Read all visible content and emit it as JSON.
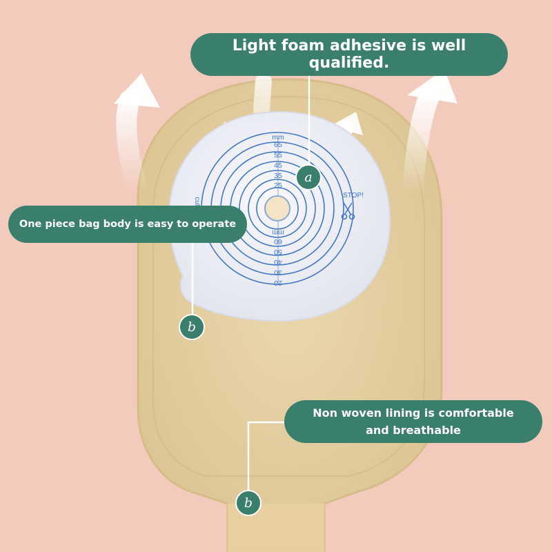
{
  "callouts": {
    "top": "Light foam adhesive is well qualified.",
    "left": "One piece bag body is easy to operate",
    "bottom_line1": "Non woven lining is comfortable",
    "bottom_line2": "and breathable"
  },
  "markers": {
    "a": "a",
    "b1": "b",
    "b2": "b"
  },
  "wafer": {
    "unit_top": "mm",
    "scale_top": [
      "65",
      "55",
      "45",
      "35",
      "25"
    ],
    "unit_bottom": "mm",
    "scale_bottom": [
      "20",
      "30",
      "40",
      "50",
      "60"
    ],
    "stop_label": "STOP!",
    "cut_label": "cut"
  },
  "colors": {
    "background": "#f2cbbd",
    "callout_fill": "#3a7e6c",
    "bag_fill": "#e6d2a6",
    "wafer_fill": "#eef0f6",
    "scale_lines": "#3f76c8"
  }
}
